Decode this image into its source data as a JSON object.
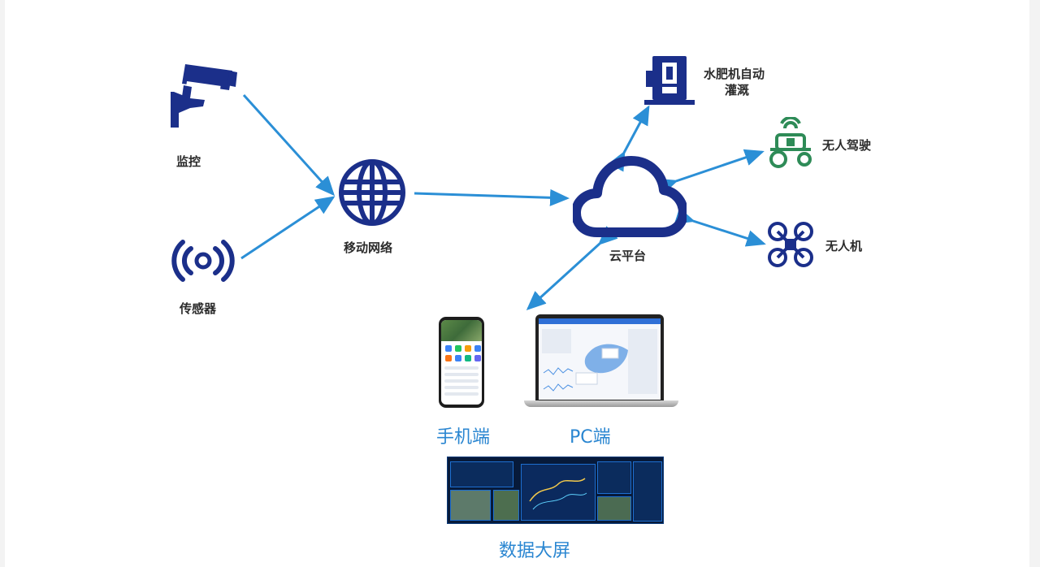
{
  "nodes": {
    "monitor": "监控",
    "sensor": "传感器",
    "mobile_network": "移动网络",
    "cloud_platform": "云平台",
    "fertigation": [
      "水肥机自动",
      "灌溉"
    ],
    "autonomous_driving": "无人驾驶",
    "drone": "无人机"
  },
  "terminals": {
    "mobile": "手机端",
    "pc": "PC端",
    "big_screen": "数据大屏"
  },
  "colors": {
    "navy_icon": "#1b2f8a",
    "green_icon": "#2e8b57",
    "arrow": "#2b8fd6",
    "terminal_label": "#2a86d1"
  }
}
